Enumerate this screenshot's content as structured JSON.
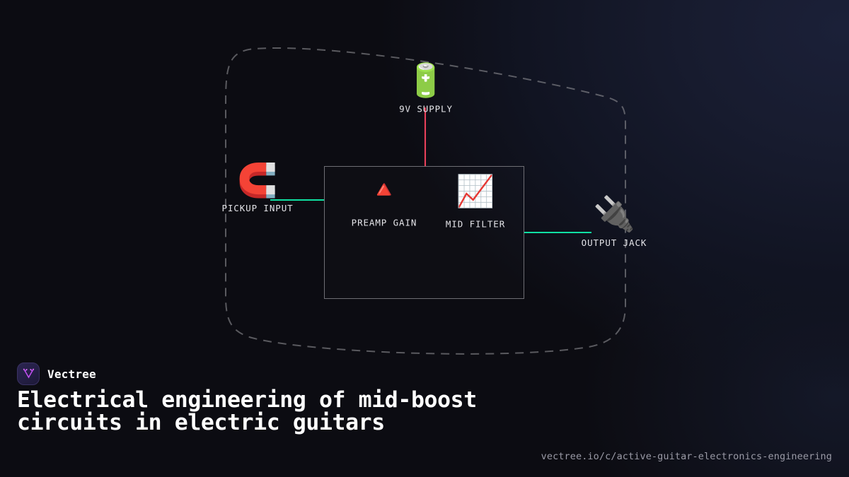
{
  "brand": {
    "name": "Vectree",
    "logo_icon": "vectree-v-tree-logo",
    "accent": "#c04ff0"
  },
  "headline": "Electrical engineering of mid-boost circuits in electric guitars",
  "permalink": "vectree.io/c/active-guitar-electronics-engineering",
  "colors": {
    "background": "#0c0c12",
    "background_glow": "#1b2038",
    "signal_line": "#10e0a3",
    "power_line": "#e8405a",
    "boundary_dash": "#8a8a8f",
    "group_border": "#6e6e74",
    "label_text": "#e3e3e8",
    "permalink_text": "#9a9aa6"
  },
  "diagram": {
    "boundary": {
      "style": "dashed",
      "shape": "rounded-irregular-enclosure"
    },
    "group": {
      "name": "mid-boost-preamp-board",
      "border_style": "solid"
    },
    "nodes": [
      {
        "id": "supply",
        "label": "9V SUPPLY",
        "icon": "battery-icon",
        "glyph": "🔋"
      },
      {
        "id": "pickup",
        "label": "PICKUP INPUT",
        "icon": "magnet-icon",
        "glyph": "🧲"
      },
      {
        "id": "preamp",
        "label": "PREAMP GAIN",
        "icon": "red-triangle-icon",
        "glyph": "🔺"
      },
      {
        "id": "filter",
        "label": "MID FILTER",
        "icon": "chart-increasing-icon",
        "glyph": "📈"
      },
      {
        "id": "output",
        "label": "OUTPUT JACK",
        "icon": "electric-plug-icon",
        "glyph": "🔌"
      }
    ],
    "connections": [
      {
        "id": "pickup-to-board",
        "from": "pickup",
        "to": "group",
        "kind": "signal",
        "color": "#10e0a3"
      },
      {
        "id": "board-to-output",
        "from": "group",
        "to": "output",
        "kind": "signal",
        "color": "#10e0a3"
      },
      {
        "id": "supply-to-board",
        "from": "supply",
        "to": "group",
        "kind": "power",
        "color": "#e8405a"
      }
    ]
  }
}
